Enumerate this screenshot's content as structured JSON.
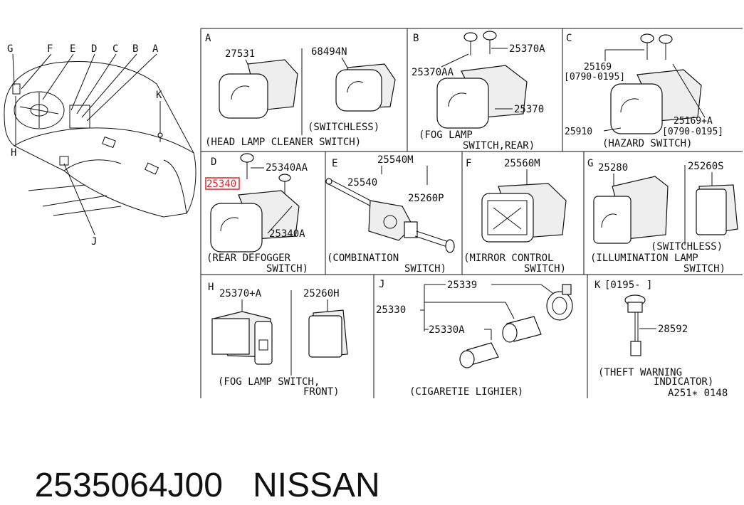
{
  "dash_letters": [
    "G",
    "F",
    "E",
    "D",
    "C",
    "B",
    "A",
    "K",
    "H",
    "J"
  ],
  "panels": {
    "A": {
      "letter": "A",
      "parts": [
        "27531",
        "68494N"
      ],
      "note": "(SWITCHLESS)",
      "caption": "(HEAD LAMP CLEANER SWITCH)"
    },
    "B": {
      "letter": "B",
      "parts": [
        "25370A",
        "25370AA",
        "25370"
      ],
      "caption1": "(FOG LAMP",
      "caption2": "SWITCH,REAR)"
    },
    "C": {
      "letter": "C",
      "parts": [
        "25169",
        "[0790-0195]",
        "25910",
        "25169+A",
        "[0790-0195]"
      ],
      "caption": "(HAZARD SWITCH)"
    },
    "D": {
      "letter": "D",
      "parts": [
        "25340AA",
        "25340A"
      ],
      "highlighted": "25340",
      "caption1": "(REAR DEFOGGER",
      "caption2": "SWITCH)"
    },
    "E": {
      "letter": "E",
      "parts": [
        "25540M",
        "25540",
        "25260P"
      ],
      "caption1": "(COMBINATION",
      "caption2": "SWITCH)"
    },
    "F": {
      "letter": "F",
      "parts": [
        "25560M"
      ],
      "caption1": "(MIRROR CONTROL",
      "caption2": "SWITCH)"
    },
    "G": {
      "letter": "G",
      "parts": [
        "25280",
        "25260S"
      ],
      "note": "(SWITCHLESS)",
      "caption1": "(ILLUMINATION LAMP",
      "caption2": "SWITCH)"
    },
    "H": {
      "letter": "H",
      "parts": [
        "25370+A",
        "25260H"
      ],
      "caption1": "(FOG LAMP SWITCH,",
      "caption2": "FRONT)"
    },
    "J": {
      "letter": "J",
      "parts": [
        "25339",
        "25330",
        "25330A"
      ],
      "caption": "(CIGARETIE LIGHIER)"
    },
    "K": {
      "letter": "K",
      "date_range": "[0195-      ]",
      "parts": [
        "28592"
      ],
      "caption1": "(THEFT WARNING",
      "caption2": "INDICATOR)",
      "code": "A251∗ 0148"
    }
  },
  "footer": {
    "part_number": "2535064J00",
    "brand": "NISSAN"
  },
  "colors": {
    "highlight": "#e8202a",
    "ink": "#111111"
  }
}
